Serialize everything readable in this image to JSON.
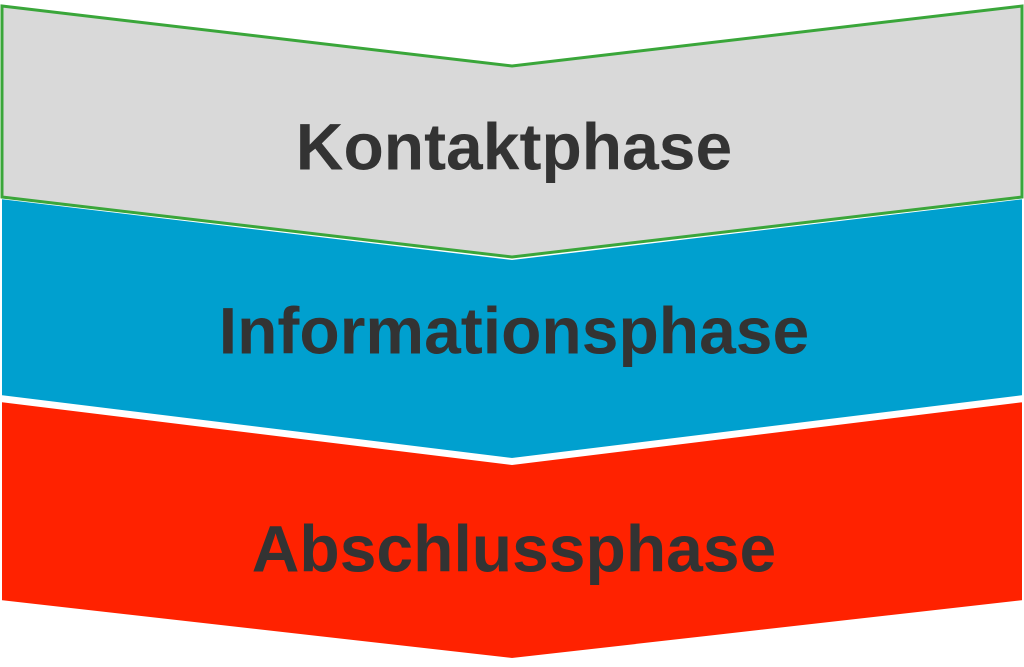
{
  "diagram": {
    "phases": [
      {
        "label": "Kontaktphase",
        "fill": "#d9d9d9",
        "stroke": "#3aa63a"
      },
      {
        "label": "Informationsphase",
        "fill": "#00a0cf",
        "stroke": "#ffffff"
      },
      {
        "label": "Abschlussphase",
        "fill": "#ff2200",
        "stroke": "#ffffff"
      }
    ]
  }
}
